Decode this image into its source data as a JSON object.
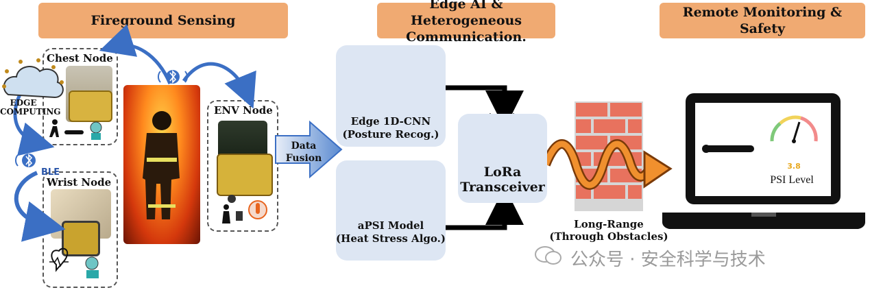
{
  "headers": {
    "sensing": "Fireground Sensing",
    "edge": "Edge AI & Heterogeneous Communication.",
    "remote": "Remote Monitoring & Safety"
  },
  "nodes": {
    "chest": "Chest Node",
    "wrist": "Wrist Node",
    "env": "ENV Node"
  },
  "edge_computing": {
    "line1": "EDGE",
    "line2": "COMPUTING"
  },
  "ble": "BLE",
  "fusion": {
    "line1": "Data",
    "line2": "Fusion"
  },
  "cnn": {
    "line1": "Edge 1D-CNN",
    "line2": "(Posture Recog.)"
  },
  "apsi": {
    "line1": "aPSI Model",
    "line2": "(Heat Stress Algo.)"
  },
  "lora": {
    "line1": "LoRa",
    "line2": "Transceiver"
  },
  "longrange": {
    "line1": "Long-Range",
    "line2": "(Through Obstacles)"
  },
  "monitor": {
    "value": "3.8",
    "label": "PSI Level"
  },
  "watermark": "公众号 · 安全科学与技术",
  "colors": {
    "header": "#f0aa72",
    "panel": "#dde6f3",
    "accent_blue": "#3b6fc4",
    "fire": "#e8641e"
  }
}
